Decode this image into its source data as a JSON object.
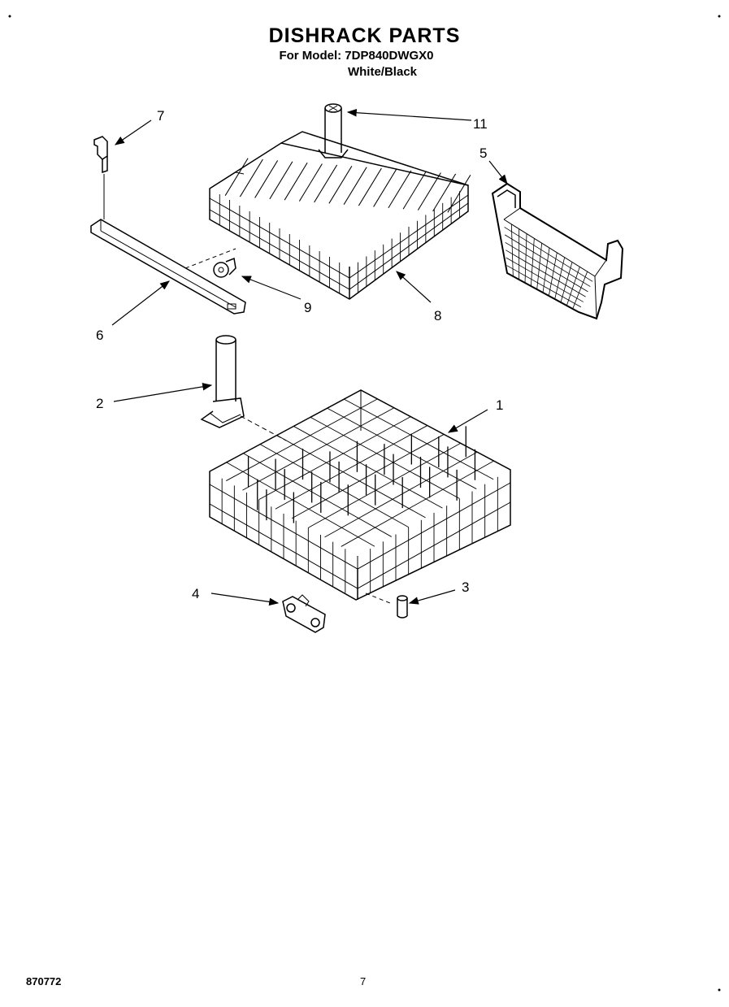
{
  "header": {
    "title": "DISHRACK PARTS",
    "model_line": "For Model: 7DP840DWGX0",
    "color_line": "White/Black"
  },
  "footer": {
    "doc_number": "870772",
    "page_number": "7"
  },
  "callouts": {
    "c1": "1",
    "c2": "2",
    "c3": "3",
    "c4": "4",
    "c5": "5",
    "c6": "6",
    "c7": "7",
    "c8": "8",
    "c9": "9",
    "c11": "11"
  }
}
